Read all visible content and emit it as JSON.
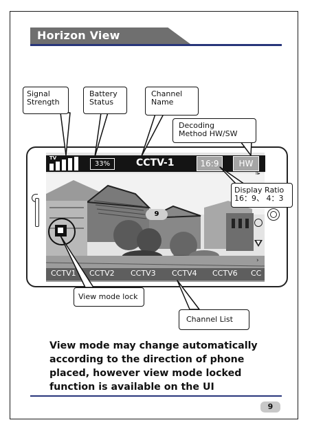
{
  "section": {
    "title": "Horizon View"
  },
  "callouts": {
    "signal": "Signal\nStrength",
    "signal_l1": "Signal",
    "signal_l2": "Strength",
    "battery_l1": "Battery",
    "battery_l2": "Status",
    "channel_l1": "Channel",
    "channel_l2": "Name",
    "decoding_l1": "Decoding",
    "decoding_l2": "Method HW/SW",
    "ratio_l1": "Display Ratio",
    "ratio_l2": "16：9、 4：3",
    "lock": "View mode lock",
    "list": "Channel List"
  },
  "player": {
    "tv_label": "TV",
    "battery": "33%",
    "channel_name": "CCTV-1",
    "ratio_button": "16:9",
    "decode_button": "HW",
    "page_badge": "9",
    "signal_level_bars": 5,
    "channel_list": [
      "CCTV1",
      "CCTV2",
      "CCTV3",
      "CCTV4",
      "CCTV6",
      "CC"
    ]
  },
  "body": {
    "text": "View mode may change automatically according to the direction of phone placed, however  view mode  locked function  is  available  on  the  UI"
  },
  "footer": {
    "page_number": "9"
  },
  "colors": {
    "header_gray": "#6f6f6f",
    "rule_navy": "#27357a",
    "button_gray": "#a5a5a5"
  }
}
